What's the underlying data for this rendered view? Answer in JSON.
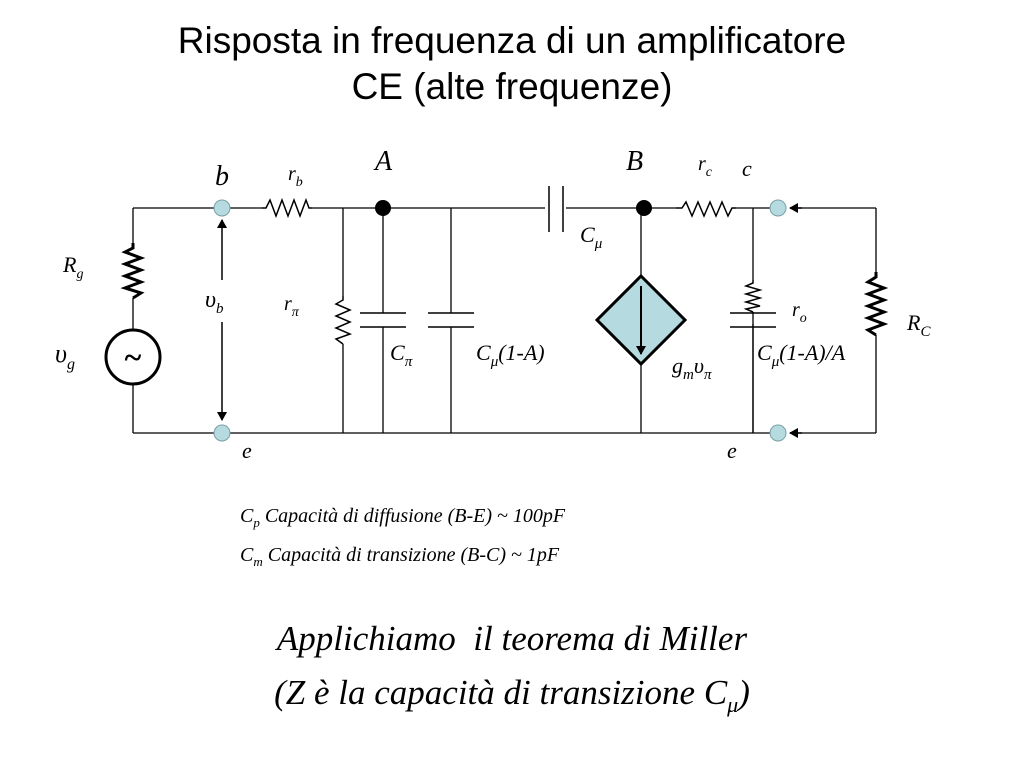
{
  "title": {
    "line1": "Risposta in frequenza di un amplificatore",
    "line2": "CE (alte frequenze)"
  },
  "circuit": {
    "node_b": "b",
    "node_A": "A",
    "node_B": "B",
    "node_c": "c",
    "node_e_left": "e",
    "node_e_right": "e",
    "Rg": {
      "main": "R",
      "sub": "g"
    },
    "vg": {
      "main": "υ",
      "sub": "g"
    },
    "source_symbol": "~",
    "rb": {
      "main": "r",
      "sub": "b"
    },
    "vb": {
      "main": "υ",
      "sub": "b"
    },
    "rpi": {
      "main": "r",
      "sub": "π"
    },
    "Cpi": {
      "main": "C",
      "sub": "π"
    },
    "Cmu_miller_in": {
      "main": "C",
      "sub": "μ",
      "suffix": "(1-A)"
    },
    "Cmu": {
      "main": "C",
      "sub": "μ"
    },
    "gm_vpi": {
      "main1": "g",
      "sub1": "m",
      "main2": "υ",
      "sub2": "π"
    },
    "rc": {
      "main": "r",
      "sub": "c"
    },
    "ro": {
      "main": "r",
      "sub": "o"
    },
    "Cmu_miller_out": {
      "main": "C",
      "sub": "μ",
      "suffix": "(1-A)/A"
    },
    "RC": {
      "main": "R",
      "sub": "C"
    }
  },
  "notes": [
    {
      "sym": "C",
      "sub": "p",
      "text": "Capacità di diffusione (B-E) ~ 100pF"
    },
    {
      "sym": "C",
      "sub": "m",
      "text": "Capacità di transizione (B-C) ~ 1pF"
    }
  ],
  "conclusion": {
    "line1": "Applichiamo  il teorema di Miller",
    "line2_prefix": "(Z è la capacità di transizione C",
    "line2_sub": "μ",
    "line2_suffix": ")"
  },
  "colors": {
    "terminal": "#b5dbe0",
    "dependent_source": "#b5dbe0",
    "wire": "#000000"
  }
}
